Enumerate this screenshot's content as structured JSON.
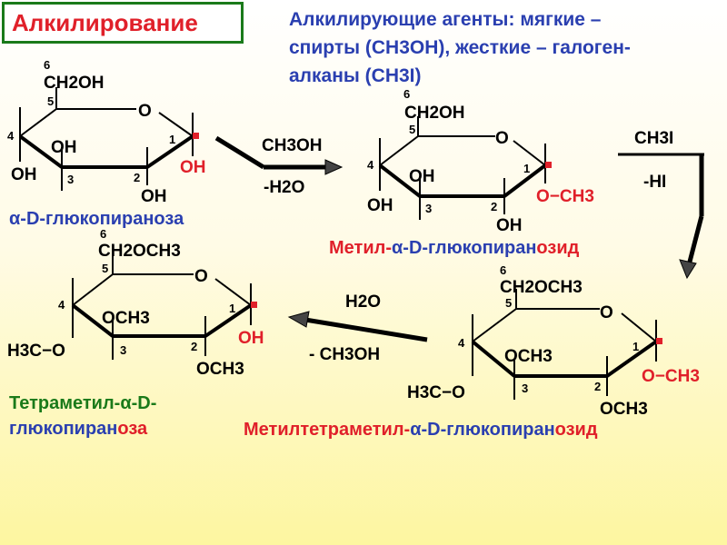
{
  "title": "Алкилирование",
  "agents": {
    "line1": "Алкилирующие  агенты:  мягкие –",
    "line2": "спирты (CH3OH), жесткие – галоген-",
    "line3": "алканы (CH3I)"
  },
  "molecules": {
    "m1": {
      "name": "α-D-глюкопираноза",
      "c6": "CH2OH",
      "ring_o": "O",
      "oh3": "OH",
      "oh4": "OH",
      "oh2": "OH",
      "oh1": "OH"
    },
    "m2": {
      "name_part1": "Метил-",
      "name_part2": "α-D-глюкопиран",
      "name_part3": "озид",
      "c6": "CH2OH",
      "ring_o": "O",
      "oh3": "OH",
      "oh4": "OH",
      "oh2": "OH",
      "o1": "O−CH3"
    },
    "m3": {
      "name_part1": "Тетраметил-α-D-",
      "name_part2": "глюкопиран",
      "name_part3": "оза",
      "c6": "CH2OCH3",
      "ring_o": "O",
      "o3": "OCH3",
      "o4": "H3C−O",
      "o2": "OCH3",
      "oh1": "OH"
    },
    "m4": {
      "name_part1": "Метилтетраметил-",
      "name_part2": "α-D-глюкопиран",
      "name_part3": "озид",
      "c6": "CH2OCH3",
      "ring_o": "O",
      "o3": "OCH3",
      "o4": "H3C−O",
      "o2": "OCH3",
      "o1": "O−CH3"
    }
  },
  "numbers": {
    "n1": "1",
    "n2": "2",
    "n3": "3",
    "n4": "4",
    "n5": "5",
    "n6": "6"
  },
  "arrows": {
    "a1_top": "CH3OH",
    "a1_bottom": "-H2O",
    "a2_top": "CH3I",
    "a2_bottom": "-HI",
    "a3_top": "H2O",
    "a3_bottom": "- CH3OH"
  },
  "colors": {
    "red": "#e0202a",
    "blue": "#2a3fb0",
    "green": "#1a7a1a",
    "black": "#000000"
  }
}
